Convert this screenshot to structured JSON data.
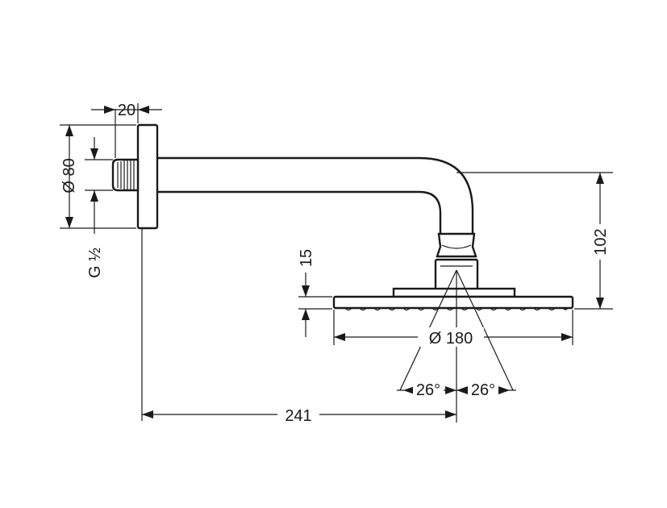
{
  "drawing": {
    "title": "Shower head with wall arm – dimension drawing",
    "dimensions": {
      "flange_thickness": "20",
      "flange_diameter": "Ø 80",
      "thread": "G ½",
      "head_height": "15",
      "drop_height": "102",
      "head_diameter": "Ø 180",
      "spray_angle_left": "26°",
      "spray_angle_right": "26°",
      "projection": "241"
    }
  }
}
